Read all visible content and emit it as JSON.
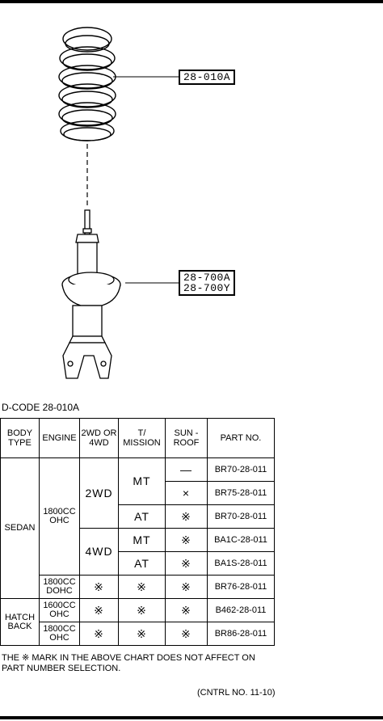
{
  "callouts": {
    "spring": "28-010A",
    "strut_1": "28-700A",
    "strut_2": "28-700Y"
  },
  "dcode": "D-CODE 28-010A",
  "table": {
    "headers": {
      "body_type": "BODY TYPE",
      "engine": "ENGINE",
      "drive": "2WD OR 4WD",
      "mission": "T/ MISSION",
      "sunroof": "SUN -ROOF",
      "part_no": "PART NO."
    },
    "body_sedan": "SEDAN",
    "body_hatch": "HATCH BACK",
    "engine_1800ohc": "1800CC OHC",
    "engine_1800dohc": "1800CC DOHC",
    "engine_1600ohc": "1600CC OHC",
    "engine_1800ohc_2": "1800CC OHC",
    "drive_2wd": "2WD",
    "drive_4wd": "4WD",
    "mt": "MT",
    "at": "AT",
    "dash": "—",
    "cross": "×",
    "ref": "※",
    "parts": [
      "BR70-28-011",
      "BR75-28-011",
      "BR70-28-011",
      "BA1C-28-011",
      "BA1S-28-011",
      "BR76-28-011",
      "B462-28-011",
      "BR86-28-011"
    ]
  },
  "note": "THE ※ MARK IN THE ABOVE CHART DOES NOT AFFECT ON PART NUMBER SELECTION.",
  "control": "(CNTRL NO. 11-10)"
}
